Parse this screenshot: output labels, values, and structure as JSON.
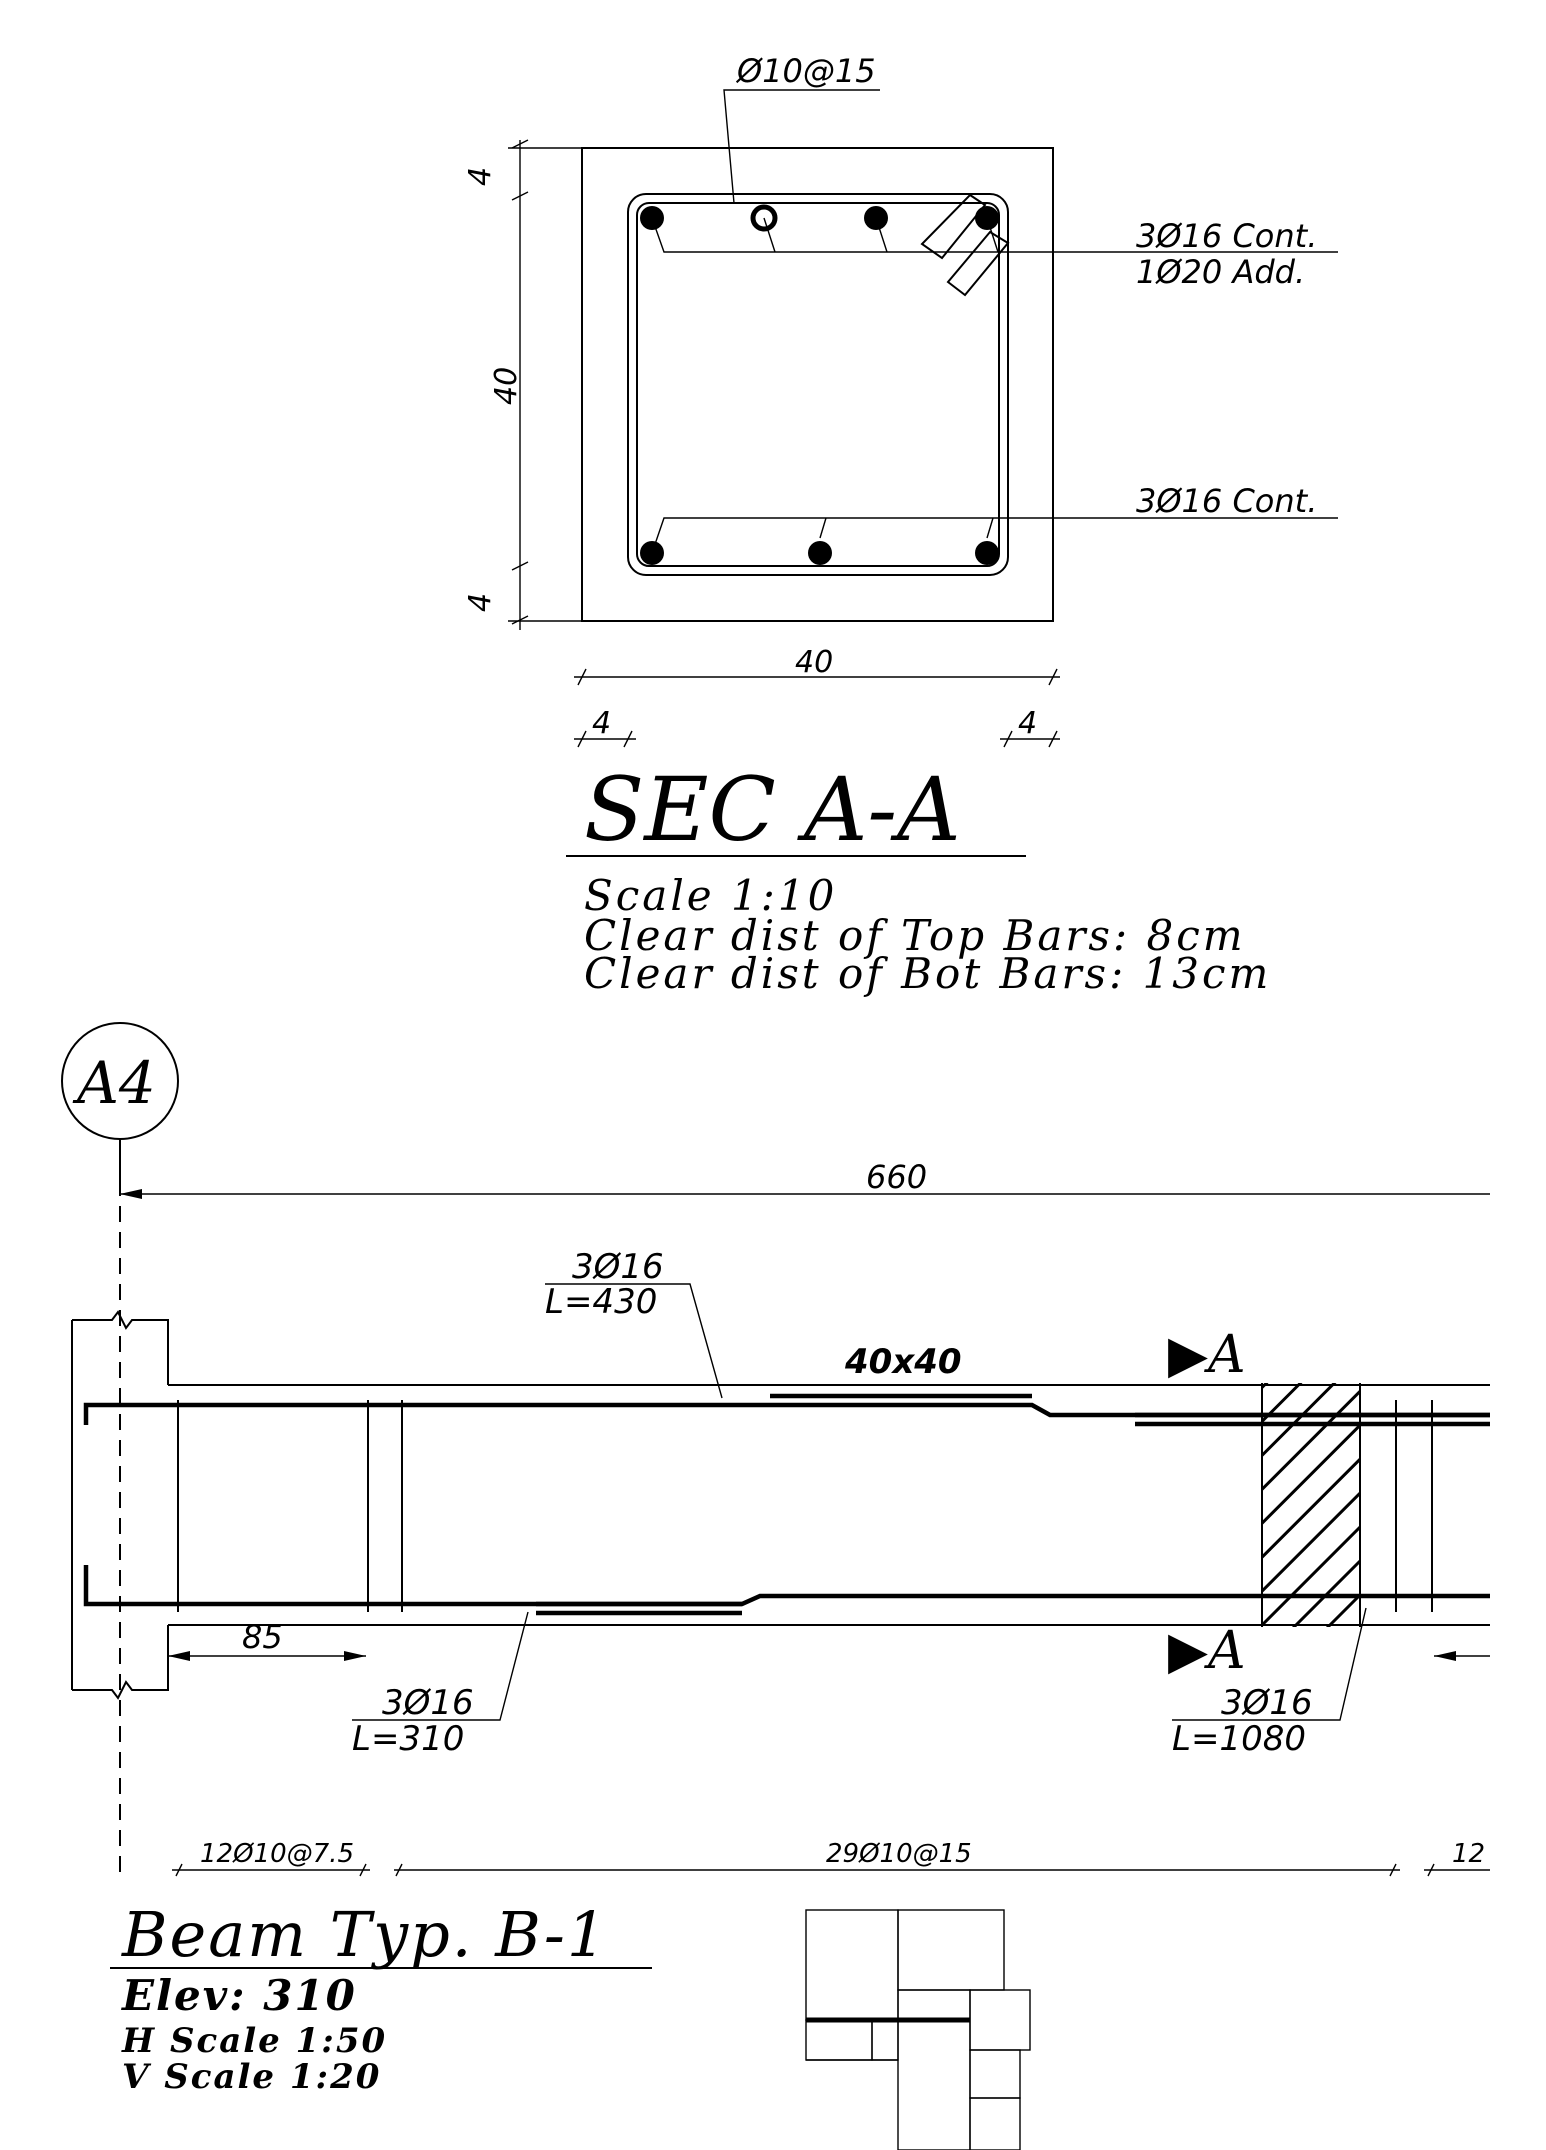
{
  "section": {
    "stirrup_label": "Ø10@15",
    "top_bars_label_1": "3Ø16 Cont.",
    "top_bars_label_2": "1Ø20 Add.",
    "bot_bars_label": "3Ø16 Cont.",
    "dim_height": "40",
    "dim_cover_top": "4",
    "dim_cover_bottom": "4",
    "dim_width": "40",
    "dim_cover_left": "4",
    "dim_cover_right": "4",
    "title": "SEC A-A",
    "scale": "Scale 1:10",
    "note_top": "Clear dist of Top Bars: 8cm",
    "note_bot": "Clear dist of Bot Bars: 13cm"
  },
  "elevation": {
    "grid_label": "A4",
    "span_dim": "660",
    "top_bar_count": "3Ø16",
    "top_bar_length": "L=430",
    "beam_size": "40x40",
    "section_marker_top": "▶A",
    "section_marker_bot": "▶A",
    "support_dim": "85",
    "bot_bar_count": "3Ø16",
    "bot_bar_length": "L=310",
    "cont_bar_count": "3Ø16",
    "cont_bar_length": "L=1080",
    "stirrups_end": "12Ø10@7.5",
    "stirrups_mid": "29Ø10@15",
    "stirrups_end_right": "12",
    "title": "Beam Typ. B-1",
    "elev": "Elev: 310",
    "h_scale": "H Scale 1:50",
    "v_scale": "V Scale 1:20"
  }
}
